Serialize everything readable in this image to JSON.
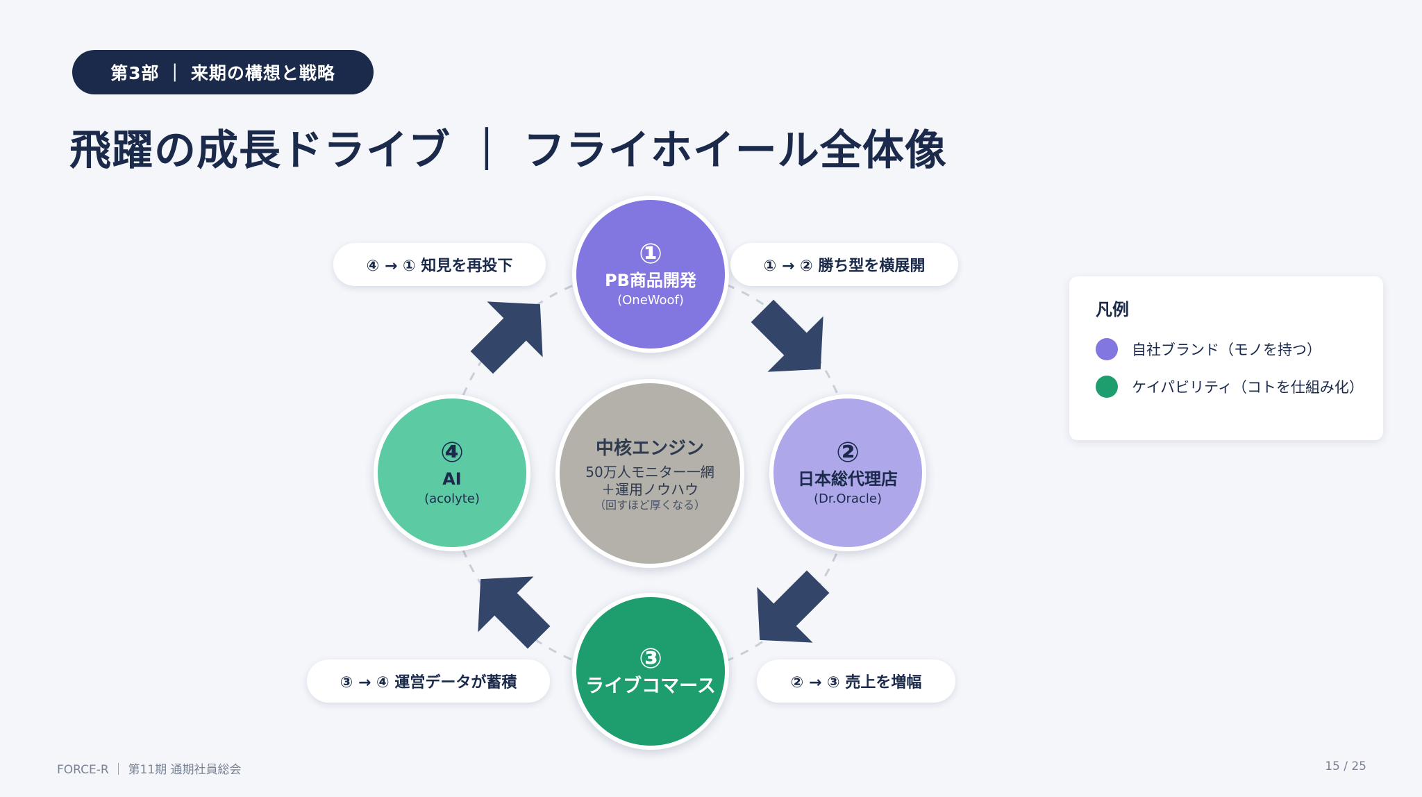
{
  "header": {
    "section": "第3部 ｜ 来期の構想と戦略",
    "title": "飛躍の成長ドライブ ｜ フライホイール全体像"
  },
  "flywheel": {
    "nodes": [
      {
        "num": "①",
        "name": "PB商品開発",
        "sub": "(OneWoof)"
      },
      {
        "num": "②",
        "name": "日本総代理店",
        "sub": "(Dr.Oracle)"
      },
      {
        "num": "③",
        "name": "ライブコマース",
        "sub": ""
      },
      {
        "num": "④",
        "name": "AI",
        "sub": "(acolyte)"
      }
    ],
    "core": {
      "title": "中核エンジン",
      "line1": "50万人モニター一網",
      "line2": "＋運用ノウハウ",
      "note": "（回すほど厚くなる）"
    },
    "edges": {
      "e41": "④ → ① 知見を再投下",
      "e12": "① → ② 勝ち型を横展開",
      "e23": "② → ③ 売上を増幅",
      "e34": "③ → ④ 運営データが蓄積"
    },
    "colors": {
      "node1": "#8276e0",
      "node2": "#aea8ea",
      "node3": "#1e9e6e",
      "node4": "#5ccaa3",
      "core": "#b3b1a9",
      "arrow": "#33466a"
    }
  },
  "legend": {
    "title": "凡例",
    "items": [
      {
        "label": "自社ブランド（モノを持つ）",
        "color": "#8276e0"
      },
      {
        "label": "ケイパビリティ（コトを仕組み化）",
        "color": "#1e9e6e"
      }
    ]
  },
  "footer": {
    "left": "FORCE-R ｜ 第11期 通期社員総会",
    "page": "15 / 25"
  }
}
